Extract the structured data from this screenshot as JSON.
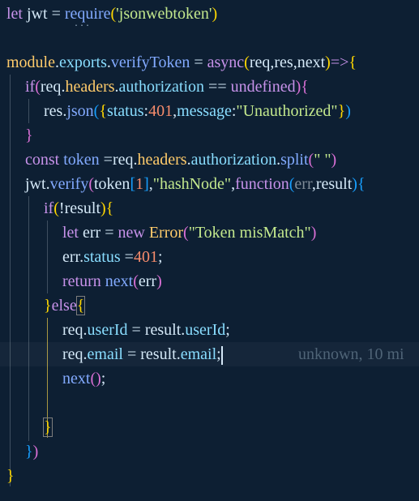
{
  "code_lines": [
    "let jwt = require('jsonwebtoken')",
    "",
    "module.exports.verifyToken = async(req,res,next)=>{",
    "if(req.headers.authorization == undefined){",
    "res.json({status:401,message:\"Unauthorized\"})",
    "}",
    "const token =req.headers.authorization.split(\" \")",
    "jwt.verify(token[1],\"hashNode\",function(err,result){",
    "if(!result){",
    "let err = new Error(\"Token misMatch\")",
    "err.status =401;",
    "return next(err)",
    "}else{",
    "req.userId = result.userId;",
    "req.email = result.email;",
    "next();",
    "",
    "}",
    "})",
    "}"
  ],
  "hover_dots": "...",
  "blame_annotation": "unknown, 10 mi",
  "colors": {
    "background": "#0d1f33",
    "keyword": "#c792ea",
    "function": "#82aaff",
    "property": "#89ddff",
    "string": "#c3e88d",
    "number": "#f78c6c",
    "class": "#ffcb6b"
  }
}
